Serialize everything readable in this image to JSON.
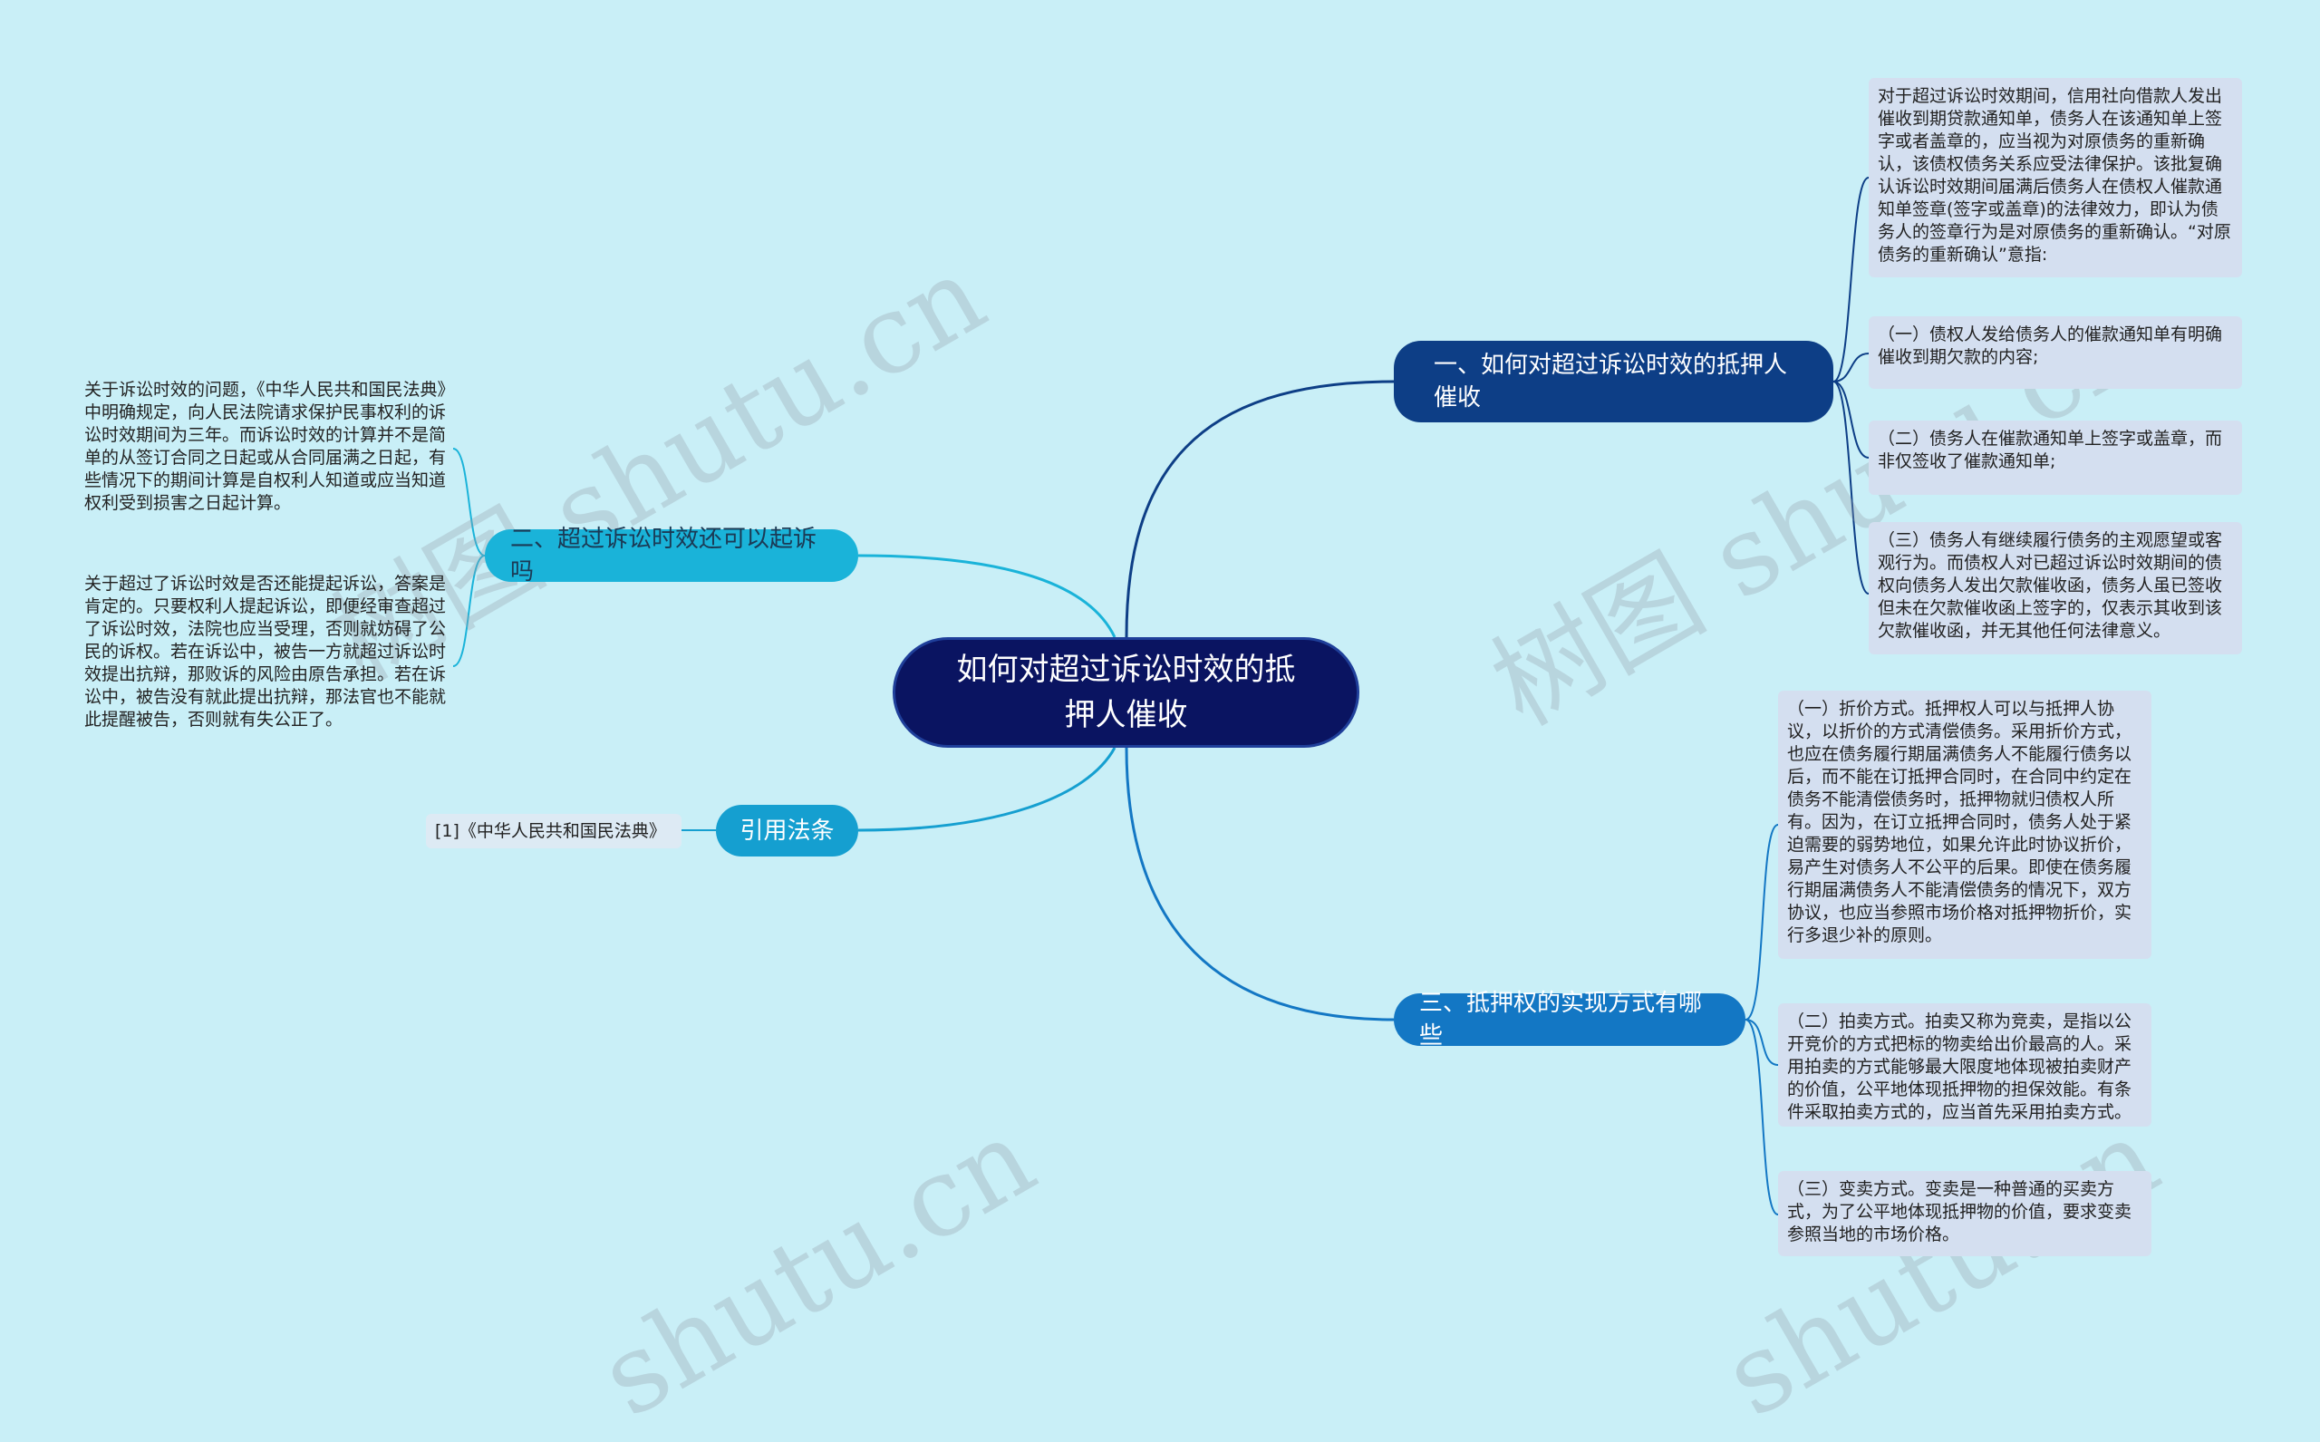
{
  "title": "如何对超过诉讼时效的抵押人催收",
  "watermark": [
    "树图 shutu.cn",
    "树图 shutu.cn",
    "shutu.cn",
    "shutu.cn"
  ],
  "colors": {
    "background": "#c9eff7",
    "root": "#0a1461",
    "branch_1": "#0d3e86",
    "branch_2": "#1ab3d9",
    "branch_3": "#159fd0",
    "branch_4": "#1377c4",
    "leaf": "#d4dff0"
  },
  "branches": [
    {
      "label": "一、如何对超过诉讼时效的抵押人催收",
      "leaves": [
        "对于超过诉讼时效期间，信用社向借款人发出催收到期贷款通知单，债务人在该通知单上签字或者盖章的，应当视为对原债务的重新确认，该债权债务关系应受法律保护。该批复确认诉讼时效期间届满后债务人在债权人催款通知单签章(签字或盖章)的法律效力，即认为债务人的签章行为是对原债务的重新确认。“对原债务的重新确认”意指:",
        "（一）债权人发给债务人的催款通知单有明确催收到期欠款的内容;",
        "（二）债务人在催款通知单上签字或盖章，而非仅签收了催款通知单;",
        "（三）债务人有继续履行债务的主观愿望或客观行为。而债权人对已超过诉讼时效期间的债权向债务人发出欠款催收函，债务人虽已签收但未在欠款催收函上签字的，仅表示其收到该欠款催收函，并无其他任何法律意义。"
      ]
    },
    {
      "label": "二、超过诉讼时效还可以起诉吗",
      "leaves": [
        "关于诉讼时效的问题，《中华人民共和国民法典》中明确规定，向人民法院请求保护民事权利的诉讼时效期间为三年。而诉讼时效的计算并不是简单的从签订合同之日起或从合同届满之日起，有些情况下的期间计算是自权利人知道或应当知道权利受到损害之日起计算。",
        "关于超过了诉讼时效是否还能提起诉讼，答案是肯定的。只要权利人提起诉讼，即便经审查超过了诉讼时效，法院也应当受理，否则就妨碍了公民的诉权。若在诉讼中，被告一方就超过诉讼时效提出抗辩，那败诉的风险由原告承担。若在诉讼中，被告没有就此提出抗辩，那法官也不能就此提醒被告，否则就有失公正了。"
      ]
    },
    {
      "label": "引用法条",
      "leaves": [
        "[1]《中华人民共和国民法典》"
      ]
    },
    {
      "label": "三、抵押权的实现方式有哪些",
      "leaves": [
        "（一）折价方式。抵押权人可以与抵押人协议，以折价的方式清偿债务。采用折价方式，也应在债务履行期届满债务人不能履行债务以后，而不能在订抵押合同时，在合同中约定在债务不能清偿债务时，抵押物就归债权人所有。因为，在订立抵押合同时，债务人处于紧迫需要的弱势地位，如果允许此时协议折价，易产生对债务人不公平的后果。即使在债务履行期届满债务人不能清偿债务的情况下，双方协议，也应当参照市场价格对抵押物折价，实行多退少补的原则。",
        "（二）拍卖方式。拍卖又称为竞卖，是指以公开竞价的方式把标的物卖给出价最高的人。采用拍卖的方式能够最大限度地体现被拍卖财产的价值，公平地体现抵押物的担保效能。有条件采取拍卖方式的，应当首先采用拍卖方式。",
        "（三）变卖方式。变卖是一种普通的买卖方式，为了公平地体现抵押物的价值，要求变卖参照当地的市场价格。"
      ]
    }
  ]
}
